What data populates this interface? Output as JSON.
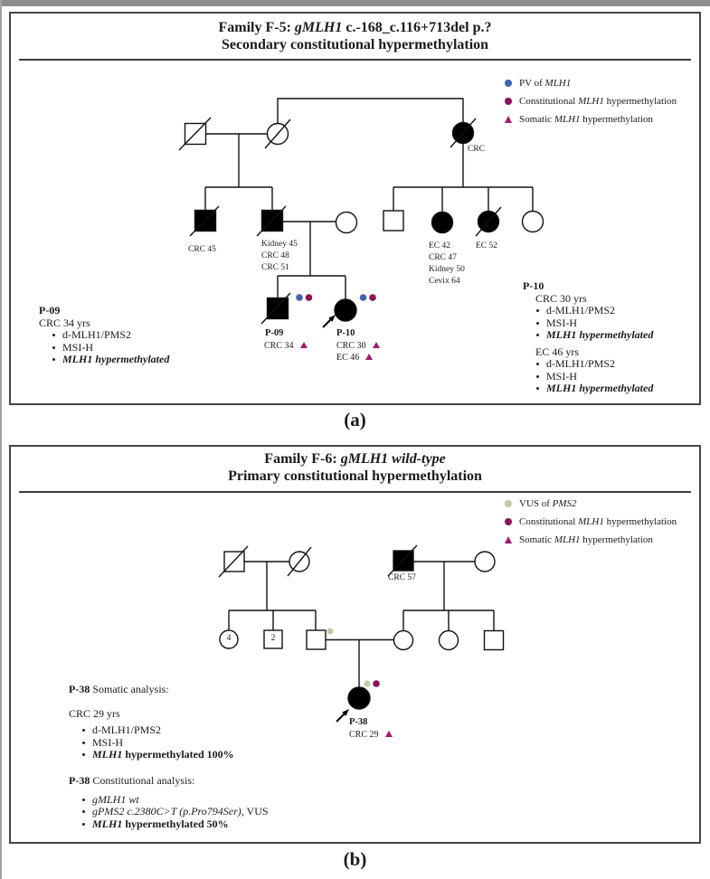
{
  "colors": {
    "pv_blue": "#3f63b0",
    "constitutional_magenta": "#8e1059",
    "somatic_triangle_magenta": "#a41a6e",
    "vus_green": "#b8cfa3",
    "affected_fill": "#000000"
  },
  "figure": {
    "caption_a": "(a)",
    "caption_b": "(b)"
  },
  "panel_a": {
    "title": {
      "prefix": "Family F-5: ",
      "gene": "gMLH1",
      "suffix": " c.-168_c.116+713del p.?",
      "line2": "Secondary constitutional hypermethylation"
    },
    "legend": [
      {
        "icon": "pv-dot",
        "prefix": "PV of ",
        "gene": "MLH1",
        "suffix": ""
      },
      {
        "icon": "constitutional-dot",
        "prefix": "Constitutional ",
        "gene": "MLH1",
        "suffix": " hypermethylation"
      },
      {
        "icon": "somatic-triangle",
        "prefix": "Somatic ",
        "gene": "MLH1",
        "suffix": " hypermethylation"
      }
    ],
    "labels": {
      "i3": "CRC",
      "ii1": "CRC 45",
      "ii2": [
        "Kidney 45",
        "CRC 48",
        "CRC 51"
      ],
      "ii5": [
        "EC 42",
        "CRC 47",
        "Kidney 50",
        "Cevix 64"
      ],
      "ii6": "EC 52"
    },
    "p09": {
      "name": "P-09",
      "dx1": "CRC 34"
    },
    "p10": {
      "name": "P-10",
      "dx1": "CRC 30",
      "dx2": "EC 46"
    },
    "info_p09": {
      "title": "P-09",
      "sub": "CRC 34 yrs",
      "b1": "d-MLH1/PMS2",
      "b2": "MSI-H",
      "b3": "MLH1 hypermethylated"
    },
    "info_p10": {
      "title": "P-10",
      "s1": {
        "sub": "CRC 30 yrs",
        "b1": "d-MLH1/PMS2",
        "b2": "MSI-H",
        "b3": "MLH1 hypermethylated"
      },
      "s2": {
        "sub": "EC 46 yrs",
        "b1": "d-MLH1/PMS2",
        "b2": "MSI-H",
        "b3": "MLH1 hypermethylated"
      }
    }
  },
  "panel_b": {
    "title": {
      "prefix": "Family F-6: ",
      "gene_italic": "gMLH1 wild-type",
      "line2": "Primary constitutional hypermethylation"
    },
    "legend": [
      {
        "icon": "vus-dot",
        "prefix": "VUS of ",
        "gene": "PMS2",
        "suffix": ""
      },
      {
        "icon": "constitutional-dot",
        "prefix": "Constitutional ",
        "gene": "MLH1",
        "suffix": " hypermethylation"
      },
      {
        "icon": "somatic-triangle",
        "prefix": "Somatic ",
        "gene": "MLH1",
        "suffix": " hypermethylation"
      }
    ],
    "labels": {
      "i3": "CRC 57",
      "ii1_count": "4",
      "ii2_count": "2"
    },
    "p38": {
      "name": "P-38",
      "dx1": "CRC 29"
    },
    "somatic_block": {
      "bold": "P-38",
      "rest": " Somatic analysis:",
      "sub": "CRC 29 yrs",
      "b1": "d-MLH1/PMS2",
      "b2": "MSI-H",
      "b3_gene": "MLH1",
      "b3_rest": " hypermethylated 100%"
    },
    "constitutional_block": {
      "bold": "P-38",
      "rest": " Constitutional analysis:",
      "b1": "gMLH1 wt",
      "b2_italic": "gPMS2 c.2380C>T (p.Pro794Ser)",
      "b2_rest": ", VUS",
      "b3_gene": "MLH1",
      "b3_rest": " hypermethylated 50%"
    }
  }
}
